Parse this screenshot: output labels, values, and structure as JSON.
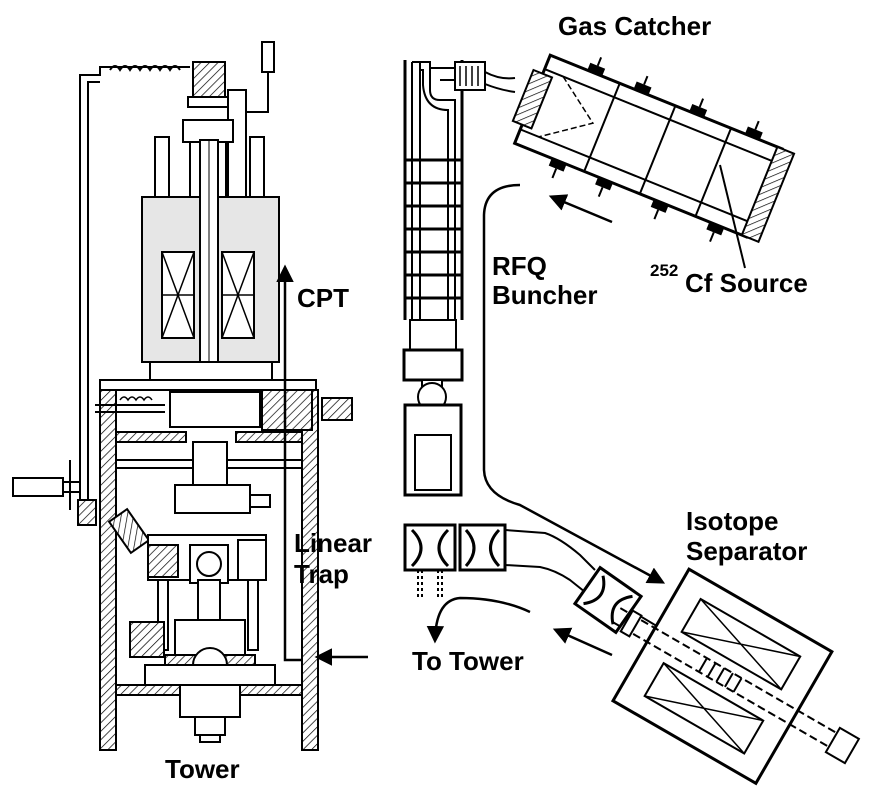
{
  "labels": {
    "gas_catcher": "Gas Catcher",
    "rfq_line1": "RFQ",
    "rfq_line2": "Buncher",
    "cf_superscript": "252",
    "cf_text": "Cf Source",
    "cpt": "CPT",
    "linear_line1": "Linear",
    "linear_line2": "Trap",
    "isotope_line1": "Isotope",
    "isotope_line2": "Separator",
    "to_tower": "To Tower",
    "tower": "Tower"
  },
  "colors": {
    "ink": "#000000",
    "background": "#ffffff",
    "magnet_fill": "#e6e6e6"
  }
}
